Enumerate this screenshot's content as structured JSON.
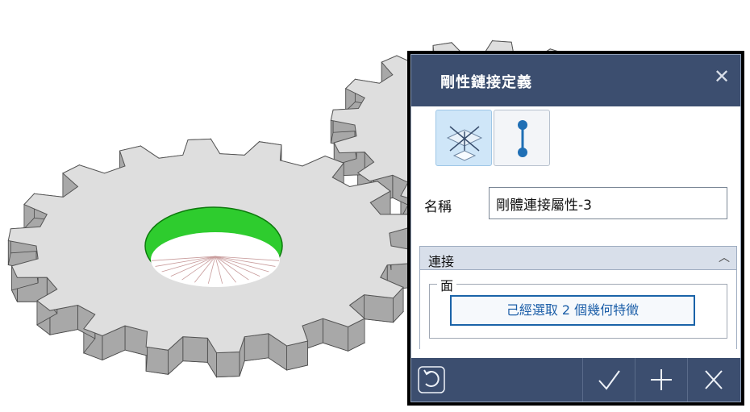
{
  "dialog": {
    "title": "剛性鏈接定義",
    "close_icon": "close-icon",
    "mode_buttons": [
      {
        "icon": "plane-intersection-icon",
        "active": true
      },
      {
        "icon": "link-line-icon",
        "active": false
      }
    ],
    "name_label": "名稱",
    "name_value": "剛體連接屬性-3",
    "section": {
      "title": "連接",
      "collapse_icon": "chevron-up-icon",
      "group_label": "面",
      "selection_text": "己經選取 2 個幾何特徵"
    },
    "footer": {
      "reset_icon": "reset-icon",
      "confirm_icon": "check-icon",
      "add_icon": "plus-icon",
      "cancel_icon": "close-icon"
    }
  },
  "colors": {
    "titlebar": "#3c4e6f",
    "selected_face": "#2ecc2e",
    "gear_face": "#dedede",
    "gear_side": "#9c9c9c",
    "accent": "#1a63a8"
  }
}
